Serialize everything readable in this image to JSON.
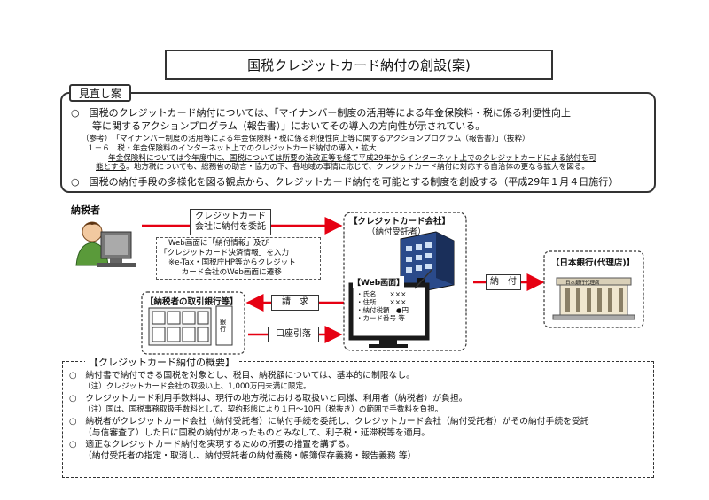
{
  "title": "国税クレジットカード納付の創設(案)",
  "review": {
    "tag": "見直し案",
    "point1_line1": "○　国税のクレジットカード納付については、「マイナンバー制度の活用等による年金保険料・税に係る利便性向上",
    "point1_line2": "等に関するアクションプログラム（報告書）」においてその導入の方向性が示されている。",
    "ref_line1": "（参考）　「マイナンバー制度の活用等による年金保険料・税に係る利便性向上等に関するアクションプログラム（報告書）」（抜粋）",
    "ref_line2": "１－６　税・年金保険料のインターネット上でのクレジットカード納付の導入・拡大",
    "ref_line3": "年金保険料については今年度中に、国税については所要の法改正等を経て平成29年からインターネット上でのクレジットカードによる納付を可",
    "ref_line4a": "能とする",
    "ref_line4b": "。地方税についても、総務省の助言・協力の下、各地域の事情に応じて、クレジットカード納付に対応する自治体の更なる拡大を図る。",
    "point2": "○　国税の納付手段の多様化を図る観点から、クレジットカード納付を可能とする制度を創設する（平成29年１月４日施行）"
  },
  "diagram": {
    "taxpayer_label": "納税者",
    "delegate_label_line1": "クレジットカード",
    "delegate_label_line2": "会社に納付を委託",
    "web_note_line1": "Web画面に「納付情報」及び",
    "web_note_line2": "「クレジットカード決済情報」を入力",
    "web_note_line3": "※e-Tax・国税庁HP等からクレジット",
    "web_note_line4": "　カード会社のWeb画面に遷移",
    "card_company_line1": "【クレジットカード会社】",
    "card_company_line2": "（納付受託者）",
    "web_screen_label": "【Web画面】",
    "web_screen_line1": "・氏名　　×××",
    "web_screen_line2": "・住所　　×××",
    "web_screen_line3": "・納付税額　●円",
    "web_screen_line4": "・カード番号 等",
    "boj_label": "【日本銀行(代理店)】",
    "boj_sign": "日本銀行代理店",
    "payment_label": "納　付",
    "bank_label": "【納税者の取引銀行等】",
    "bank_sign": "銀行",
    "billing_label": "請　求",
    "debit_label": "口座引落"
  },
  "summary": {
    "tag": "【クレジットカード納付の概要】",
    "l1": "○　納付書で納付できる国税を対象とし、税目、納税額については、基本的に制限なし。",
    "l1n": "（注）クレジットカード会社の取扱い上、1,000万円未満に限定。",
    "l2": "○　クレジットカード利用手数料は、現行の地方税における取扱いと同様、利用者（納税者）が負担。",
    "l2n": "（注）国は、国税事務取扱手数料として、契約形態により１円～10円（税抜き）の範囲で手数料を負担。",
    "l3a": "○　納税者がクレジットカード会社（納付受託者）に納付手続を委託し、クレジットカード会社（納付受託者）がその納付手続を受託",
    "l3b": "（与信審査了）した日に国税の納付があったものとみなして、利子税・延滞税等を適用。",
    "l4": "○　適正なクレジットカード納付を実現するための所要の措置を講ずる。",
    "l4n": "（納付受託者の指定・取消し、納付受託者の納付義務・帳簿保存義務・報告義務 等）"
  },
  "colors": {
    "arrow": "#e60012",
    "screen": "#1a1a1a",
    "building": "#2a4a8a"
  }
}
